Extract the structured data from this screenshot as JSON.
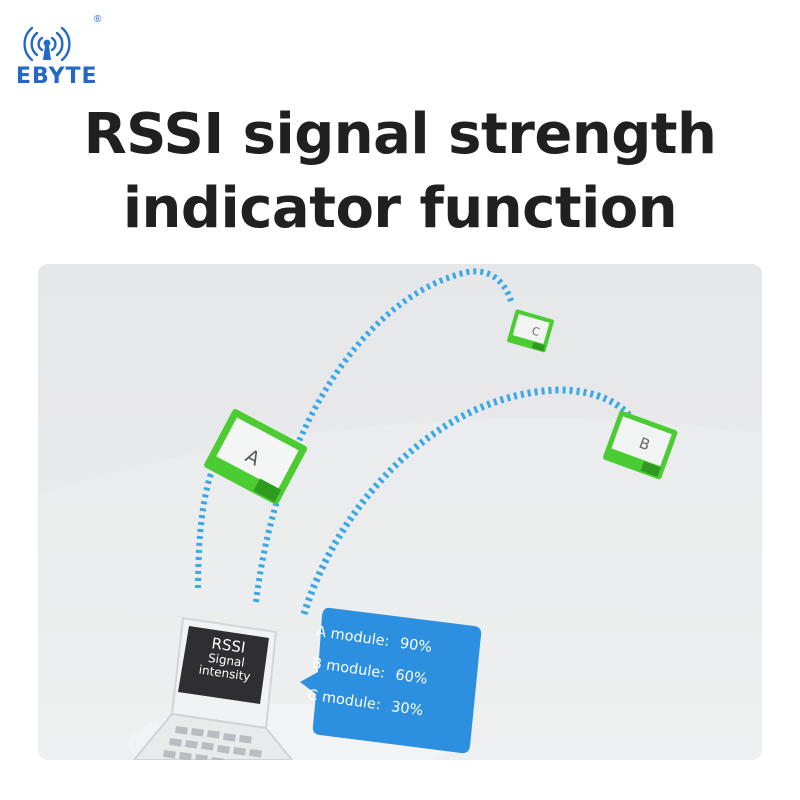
{
  "brand": {
    "logo_text": "EBYTE",
    "registered_mark": "®",
    "colors": {
      "logo": "#2468c8",
      "module_green": "#4ccc33",
      "signal_blue": "#39a9e6",
      "bubble_blue": "#2d8fe0"
    },
    "icon": "wireless-signal-icon"
  },
  "title": {
    "line1": "RSSI signal strength",
    "line2": "indicator function"
  },
  "modules": {
    "a": {
      "label": "A"
    },
    "b": {
      "label": "B"
    },
    "c": {
      "label": "C"
    }
  },
  "laptop": {
    "screen_line1": "RSSI",
    "screen_line2": "Signal",
    "screen_line3": "intensity"
  },
  "readout": {
    "a": {
      "name": "A module:",
      "value": "90%"
    },
    "b": {
      "name": "B module:",
      "value": "60%"
    },
    "c": {
      "name": "C module:",
      "value": "30%"
    }
  }
}
